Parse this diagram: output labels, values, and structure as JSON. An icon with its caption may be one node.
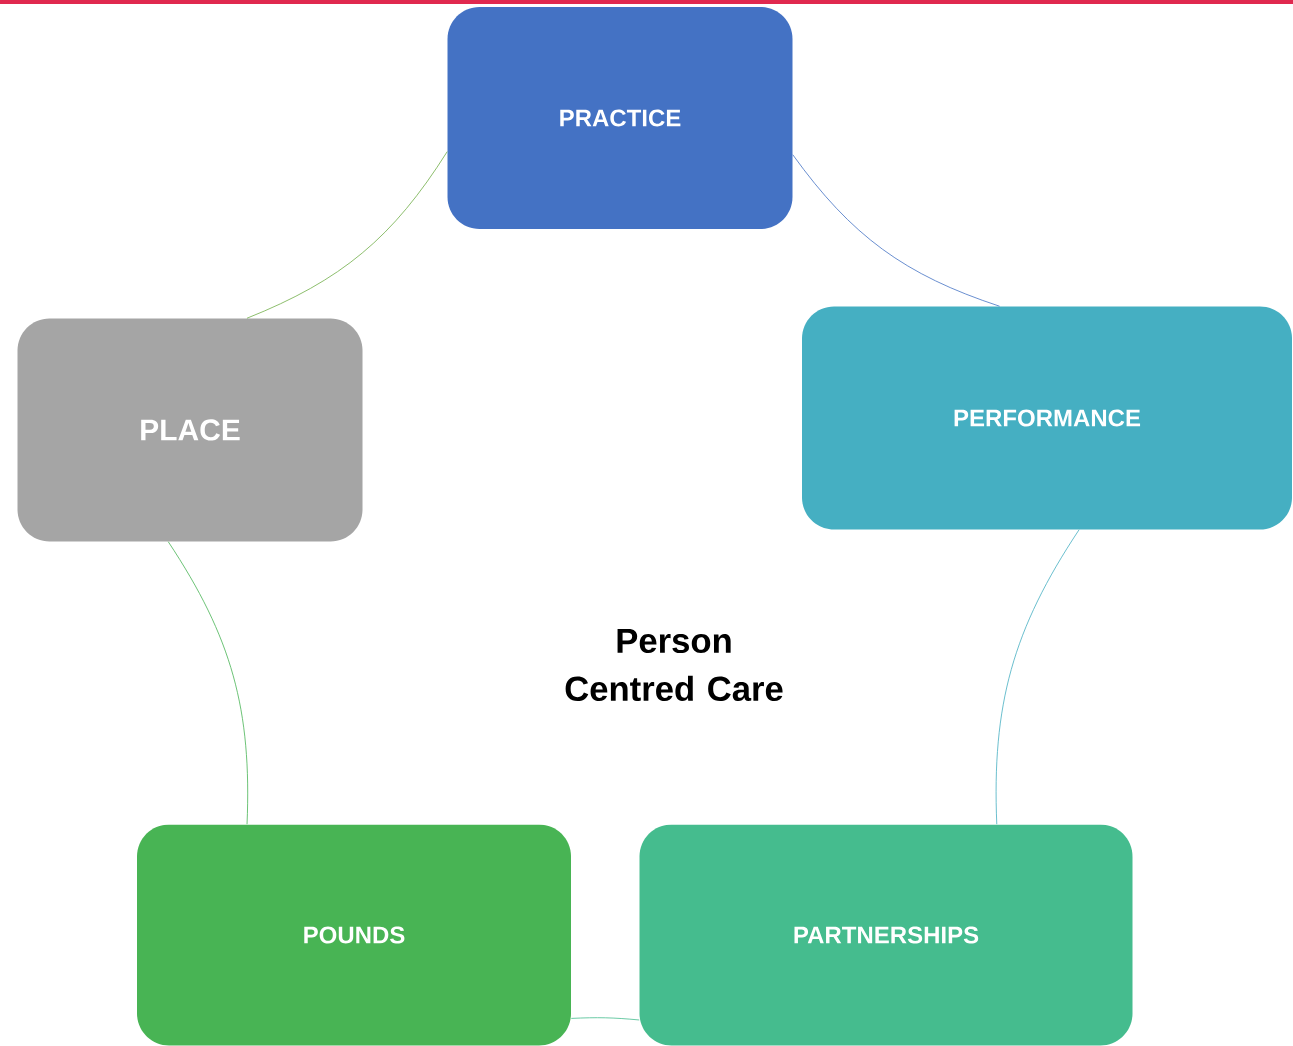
{
  "diagram": {
    "nodes": [
      {
        "text": [
          "PRACTICE"
        ]
      },
      {
        "text": [
          "PERFORMANCE"
        ]
      },
      {
        "text": [
          "PARTNERSHIPS"
        ]
      },
      {
        "text": [
          "POUNDS"
        ]
      },
      {
        "text": [
          "PLACE"
        ]
      }
    ],
    "edges": [
      {
        "from": 0,
        "to": 1,
        "arrow": "none",
        "color": "#4472c4"
      },
      {
        "from": 1,
        "to": 2,
        "arrow": "none",
        "color": "#45afc2"
      },
      {
        "from": 2,
        "to": 3,
        "arrow": "none",
        "color": "#45bc8e"
      },
      {
        "from": 3,
        "to": 4,
        "arrow": "none",
        "color": "#48b454"
      },
      {
        "from": 4,
        "to": 0,
        "arrow": "none",
        "color": "#70ad47"
      }
    ],
    "labels": [
      "Person Centred Care"
    ]
  }
}
